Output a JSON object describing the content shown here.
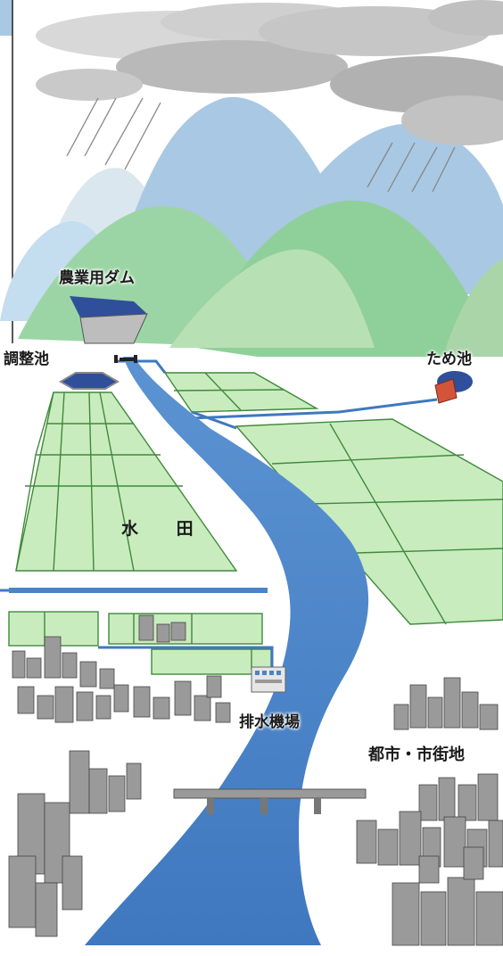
{
  "labels": {
    "agricultural_dam": "農業用ダム",
    "regulating_pond": "調整池",
    "irrigation_pond": "ため池",
    "paddy_field": "水 田",
    "drainage_pump_station": "排水機場",
    "urban_area": "都市・市街地"
  },
  "colors": {
    "sky_blue": "#a9c8e3",
    "mountain_green": "#8fd09a",
    "paddy_green": "#c9ecbf",
    "paddy_border": "#3f8a3a",
    "river_blue": "#4a84c8",
    "cloud_gray": "#b9b9b9",
    "building_gray": "#9a9a9a",
    "pond_red": "#d2553a",
    "dam_blue": "#2f4f9a"
  }
}
